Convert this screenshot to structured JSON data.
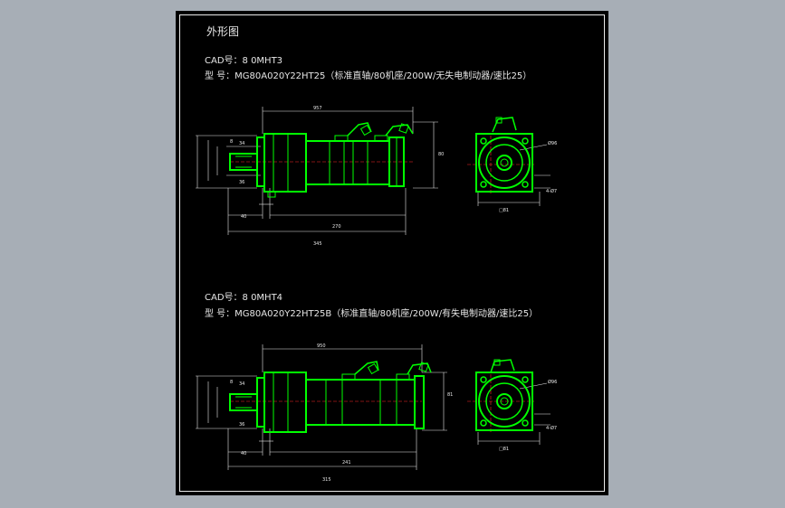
{
  "sheet_title": "外形图",
  "views": [
    {
      "cad_line": "CAD号：8 0MHT3",
      "model_line": "型  号：MG80A020Y22HT25（标准直轴/80机座/200W/无失电制动器/速比25）",
      "dims": {
        "top_len": "957",
        "front_len": "270",
        "total_len": "345",
        "shaft_len": "40",
        "step_a": "34",
        "step_b": "36",
        "key_w": "8",
        "flange": "□81",
        "height": "80",
        "bolt_circle": "Ø96",
        "holes": "4-Ø7"
      }
    },
    {
      "cad_line": "CAD号：8 0MHT4",
      "model_line": "型  号：MG80A020Y22HT25B（标准直轴/80机座/200W/有失电制动器/速比25）",
      "dims": {
        "top_len": "950",
        "front_len": "241",
        "total_len": "315",
        "shaft_len": "40",
        "step_a": "34",
        "step_b": "36",
        "key_w": "8",
        "flange": "□81",
        "height": "81",
        "bolt_circle": "Ø96",
        "holes": "4-Ø7"
      }
    }
  ],
  "colors": {
    "outline": "#00ff00",
    "dimension": "#e8e8e8",
    "centerline": "#ff2a2a",
    "background": "#000000",
    "frame": "#a7aeb6"
  }
}
